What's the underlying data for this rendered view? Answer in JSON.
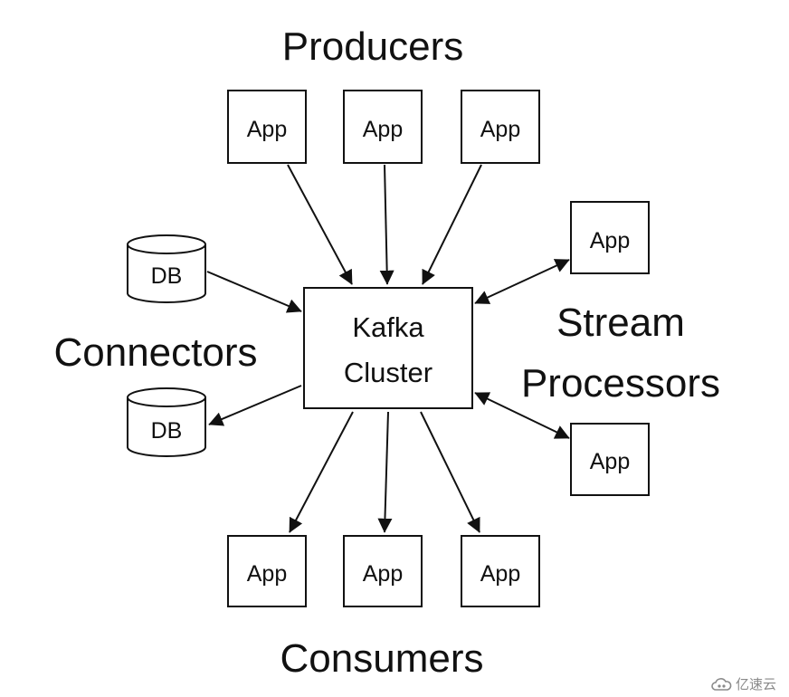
{
  "diagram": {
    "title_producers": "Producers",
    "title_consumers": "Consumers",
    "title_connectors": "Connectors",
    "title_stream_line1": "Stream",
    "title_stream_line2": "Processors",
    "cluster_line1": "Kafka",
    "cluster_line2": "Cluster",
    "app_label": "App",
    "db_label": "DB"
  },
  "watermark": {
    "text": "亿速云",
    "icon": "cloud-logo-icon"
  },
  "colors": {
    "stroke": "#111111",
    "background": "#ffffff",
    "watermark": "#8a8a8a"
  }
}
